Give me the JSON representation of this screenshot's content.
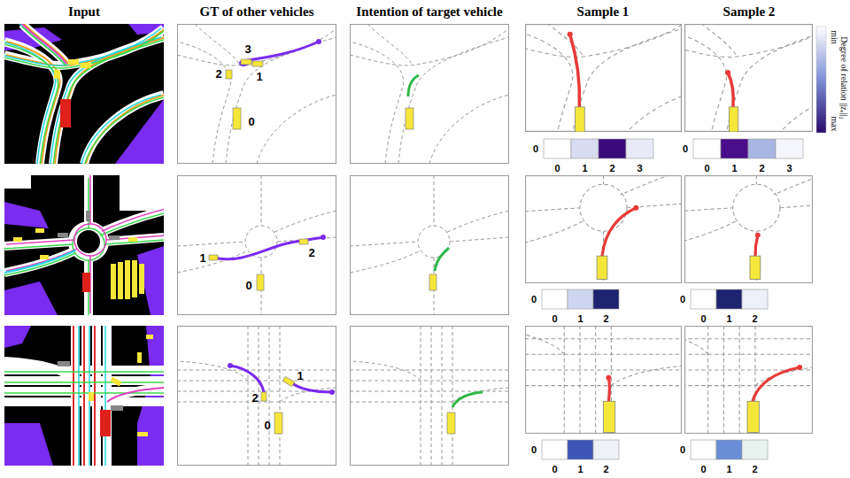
{
  "diagram": {
    "labels": [
      "Input",
      "GT of other vehicles",
      "Intention of target vehicle",
      "Sample 1",
      "Sample 2",
      "min",
      "max",
      "Degree of relation ||zₑ||₂",
      "3",
      "2",
      "1",
      "0",
      "0",
      "0",
      "1",
      "2",
      "3",
      "0",
      "0",
      "1",
      "2",
      "3",
      "1",
      "2",
      "0",
      "0",
      "0",
      "1",
      "2",
      "0",
      "0",
      "1",
      "2",
      "1",
      "2",
      "0",
      "0",
      "0",
      "1",
      "2",
      "0",
      "0",
      "1",
      "2"
    ]
  }
}
